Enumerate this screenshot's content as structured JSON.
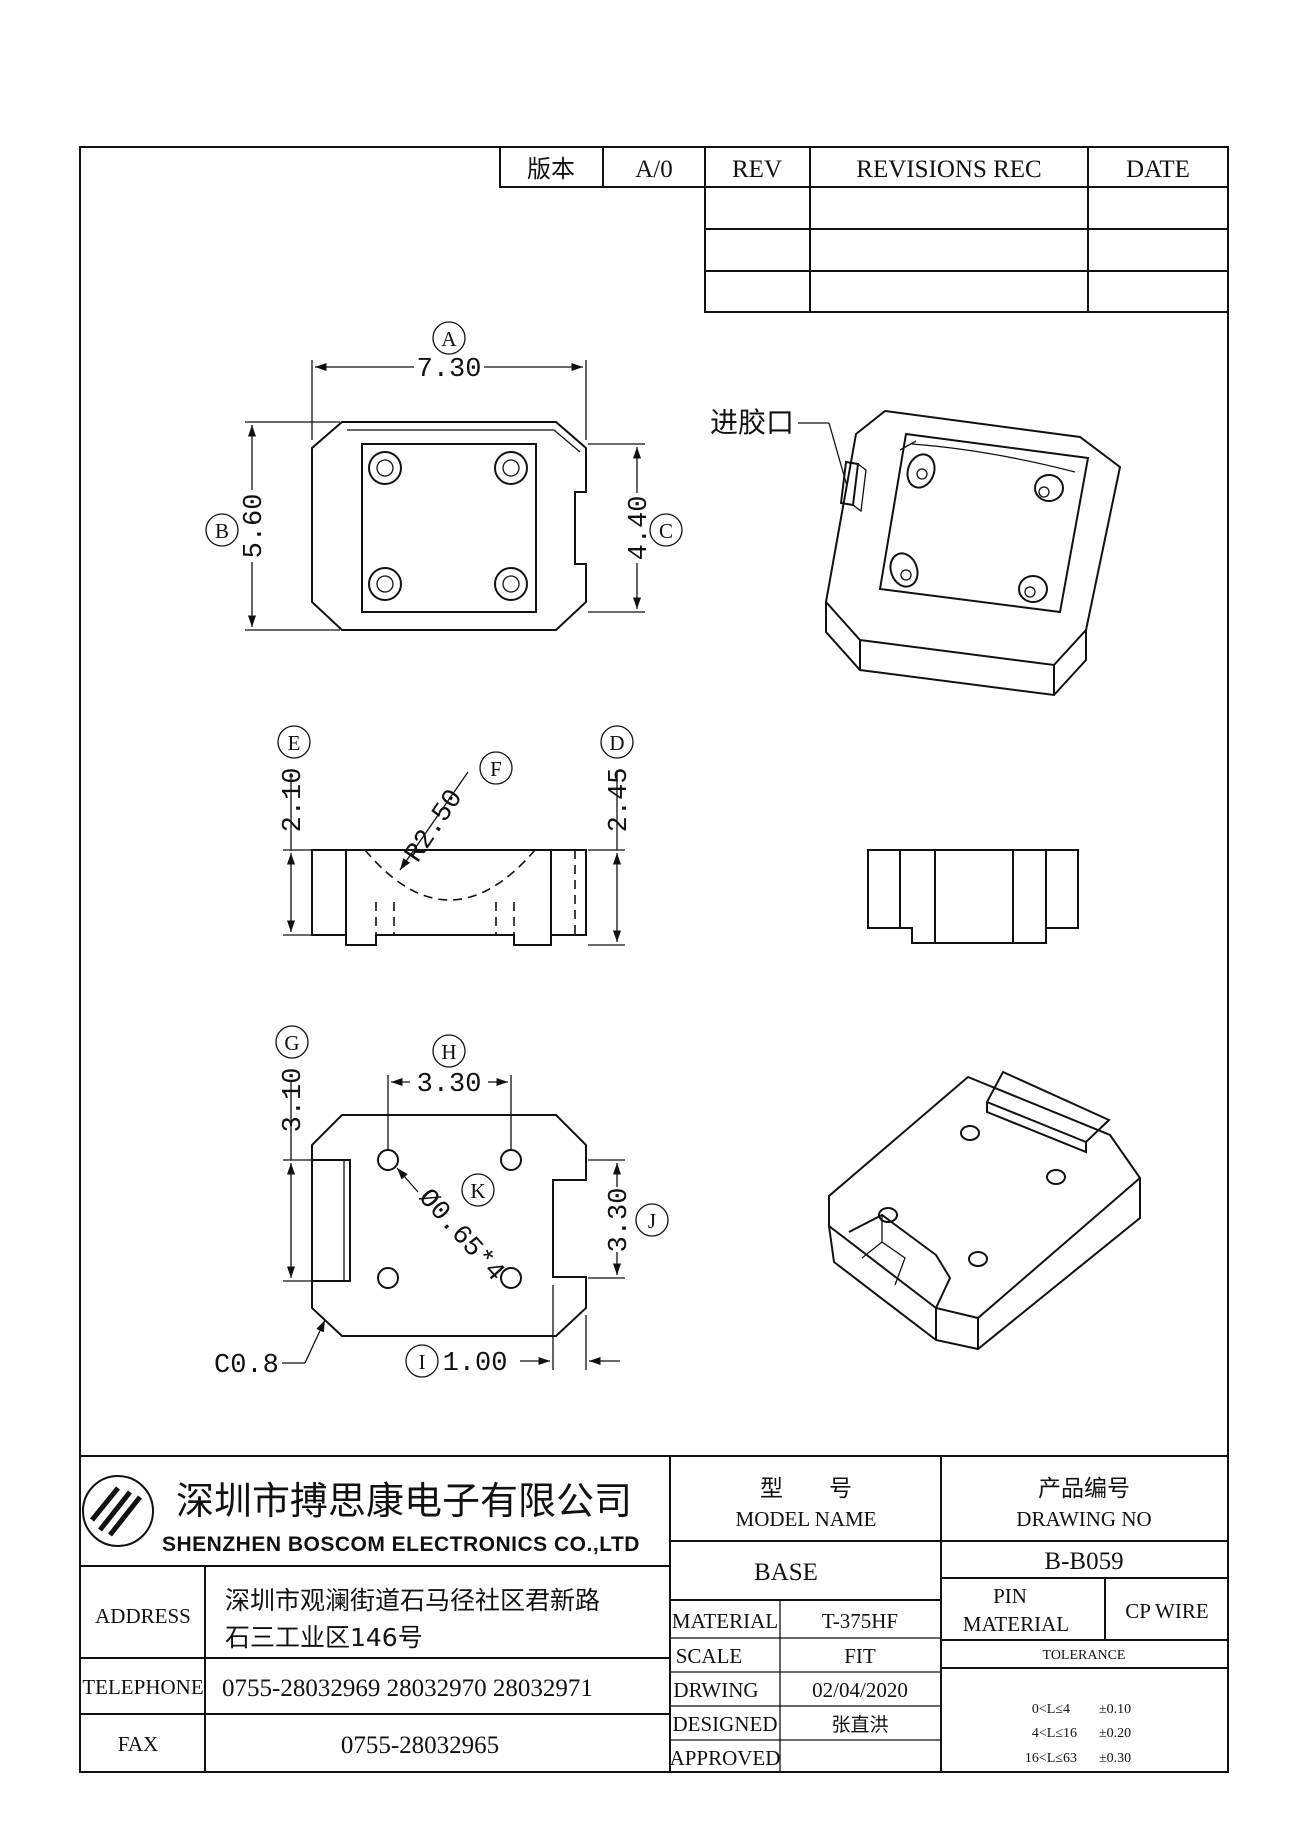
{
  "revision_block": {
    "version_label": "版本",
    "version_value": "A/0",
    "rev_header": "REV",
    "revisions_header": "REVISIONS REC",
    "date_header": "DATE"
  },
  "dimensions": {
    "A": {
      "letter": "A",
      "value": "7.30"
    },
    "B": {
      "letter": "B",
      "value": "5.60"
    },
    "C": {
      "letter": "C",
      "value": "4.40"
    },
    "D": {
      "letter": "D",
      "value": "2.45"
    },
    "E": {
      "letter": "E",
      "value": "2.10"
    },
    "F": {
      "letter": "F",
      "value": "R2.50"
    },
    "G": {
      "letter": "G",
      "value": "3.10"
    },
    "H": {
      "letter": "H",
      "value": "3.30"
    },
    "I": {
      "letter": "I",
      "value": "1.00"
    },
    "J": {
      "letter": "J",
      "value": "3.30"
    },
    "K": {
      "letter": "K",
      "value": "Ø0.65*4"
    },
    "chamfer": "C0.8"
  },
  "gate_label": "进胶口",
  "company": {
    "name_cn": "深圳市搏思康电子有限公司",
    "name_en": "SHENZHEN BOSCOM ELECTRONICS CO.,LTD",
    "address_label": "ADDRESS",
    "address_line1": "深圳市观澜街道石马径社区君新路",
    "address_line2": "石三工业区146号",
    "telephone_label": "TELEPHONE",
    "telephone_value": "0755-28032969 28032970 28032971",
    "fax_label": "FAX",
    "fax_value": "0755-28032965"
  },
  "title_block": {
    "model_cn": "型　　号",
    "model_en": "MODEL NAME",
    "drawing_cn": "产品编号",
    "drawing_en": "DRAWING NO",
    "model_value": "BASE",
    "drawing_value": "B-B059",
    "material_label": "MATERIAL",
    "material_value": "T-375HF",
    "scale_label": "SCALE",
    "scale_value": "FIT",
    "drwing_label": "DRWING",
    "drwing_value": "02/04/2020",
    "designed_label": "DESIGNED",
    "designed_value": "张直洪",
    "approved_label": "APPROVED",
    "approved_value": "",
    "pin_label_1": "PIN",
    "pin_label_2": "MATERIAL",
    "pin_value": "CP WIRE",
    "tolerance_label": "TOLERANCE",
    "tolerances": [
      {
        "range": "0<L≤4",
        "value": "±0.10"
      },
      {
        "range": "4<L≤16",
        "value": "±0.20"
      },
      {
        "range": "16<L≤63",
        "value": "±0.30"
      }
    ]
  }
}
